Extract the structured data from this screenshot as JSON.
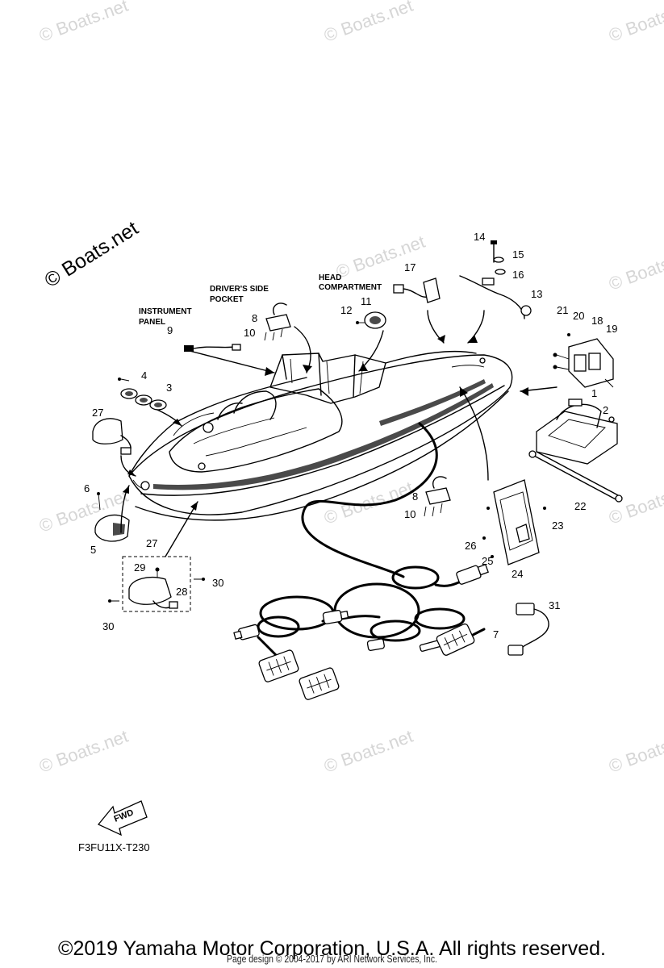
{
  "watermark": {
    "text": "© Boats.net",
    "main_text": "© Boats.net"
  },
  "area_labels": {
    "drivers_side_pocket_1": "DRIVER'S SIDE",
    "drivers_side_pocket_2": "POCKET",
    "head_compartment_1": "HEAD",
    "head_compartment_2": "COMPARTMENT",
    "instrument_panel_1": "INSTRUMENT",
    "instrument_panel_2": "PANEL"
  },
  "callouts": {
    "c1": "1",
    "c2": "2",
    "c3": "3",
    "c4": "4",
    "c5": "5",
    "c6": "6",
    "c7": "7",
    "c8a": "8",
    "c8b": "8",
    "c9": "9",
    "c10a": "10",
    "c10b": "10",
    "c11": "11",
    "c12": "12",
    "c13": "13",
    "c14": "14",
    "c15": "15",
    "c16": "16",
    "c17": "17",
    "c18": "18",
    "c19": "19",
    "c20": "20",
    "c21": "21",
    "c22": "22",
    "c23": "23",
    "c24": "24",
    "c25": "25",
    "c26": "26",
    "c27a": "27",
    "c27b": "27",
    "c28": "28",
    "c29": "29",
    "c30a": "30",
    "c30b": "30",
    "c31": "31"
  },
  "fwd_arrow": {
    "label": "FWD"
  },
  "diagram_code": "F3FU11X-T230",
  "footer": {
    "copyright": "©2019 Yamaha Motor Corporation, U.S.A. All rights reserved.",
    "page_design": "Page design © 2004-2017 by ARI Network Services, Inc."
  }
}
